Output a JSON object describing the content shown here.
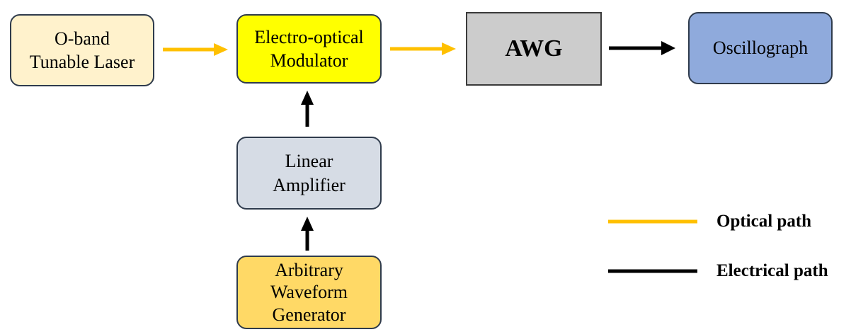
{
  "blocks": {
    "laser": {
      "lines": [
        "O-band",
        "Tunable Laser"
      ],
      "fill": "#fff2cc"
    },
    "modulator": {
      "lines": [
        "Electro-optical",
        "Modulator"
      ],
      "fill": "#ffff00"
    },
    "awg": {
      "label": "AWG",
      "fill": "#cccccc"
    },
    "oscillograph": {
      "label": "Oscillograph",
      "fill": "#8faadc"
    },
    "amplifier": {
      "lines": [
        "Linear",
        "Amplifier"
      ],
      "fill": "#d6dce5"
    },
    "generator": {
      "lines": [
        "Arbitrary",
        "Waveform",
        "Generator"
      ],
      "fill": "#ffd966"
    }
  },
  "legend": {
    "optical": {
      "label": "Optical path",
      "color": "#ffc000"
    },
    "electrical": {
      "label": "Electrical path",
      "color": "#000000"
    }
  }
}
